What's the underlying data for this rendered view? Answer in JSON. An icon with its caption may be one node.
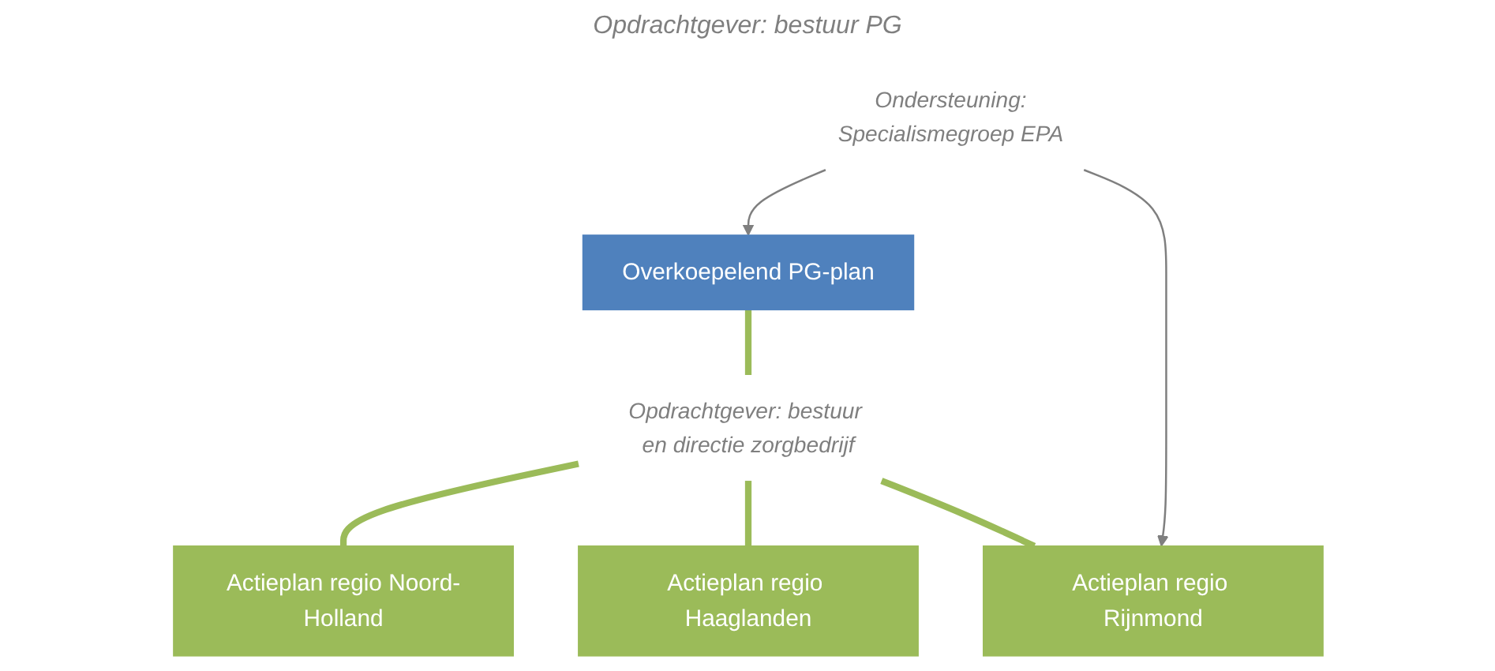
{
  "diagram": {
    "nodes": [
      {
        "text": [
          "Overkoepelend PG-plan"
        ]
      },
      {
        "text": [
          "Opdrachtgever: bestuur en directie zorgbedrijf"
        ]
      },
      {
        "text": [
          "Actieplan regio Noord-Holland"
        ]
      },
      {
        "text": [
          "Actieplan regio Haaglanden"
        ]
      },
      {
        "text": [
          "Actieplan regio Rijnmond"
        ]
      },
      {
        "text": [
          "Ondersteuning:",
          "Specialismegroep EPA"
        ]
      }
    ],
    "edges": [
      {
        "from": 0,
        "to": 1,
        "arrow": "none"
      },
      {
        "from": 1,
        "to": 2,
        "arrow": "none"
      },
      {
        "from": 1,
        "to": 3,
        "arrow": "none"
      },
      {
        "from": 1,
        "to": 4,
        "arrow": "none"
      },
      {
        "from": 5,
        "to": 0,
        "arrow": "to",
        "color": "#7f7f7f"
      },
      {
        "from": 5,
        "to": 4,
        "arrow": "to",
        "color": "#7f7f7f"
      }
    ],
    "labels": [
      "Opdrachtgever: bestuur PG"
    ]
  }
}
